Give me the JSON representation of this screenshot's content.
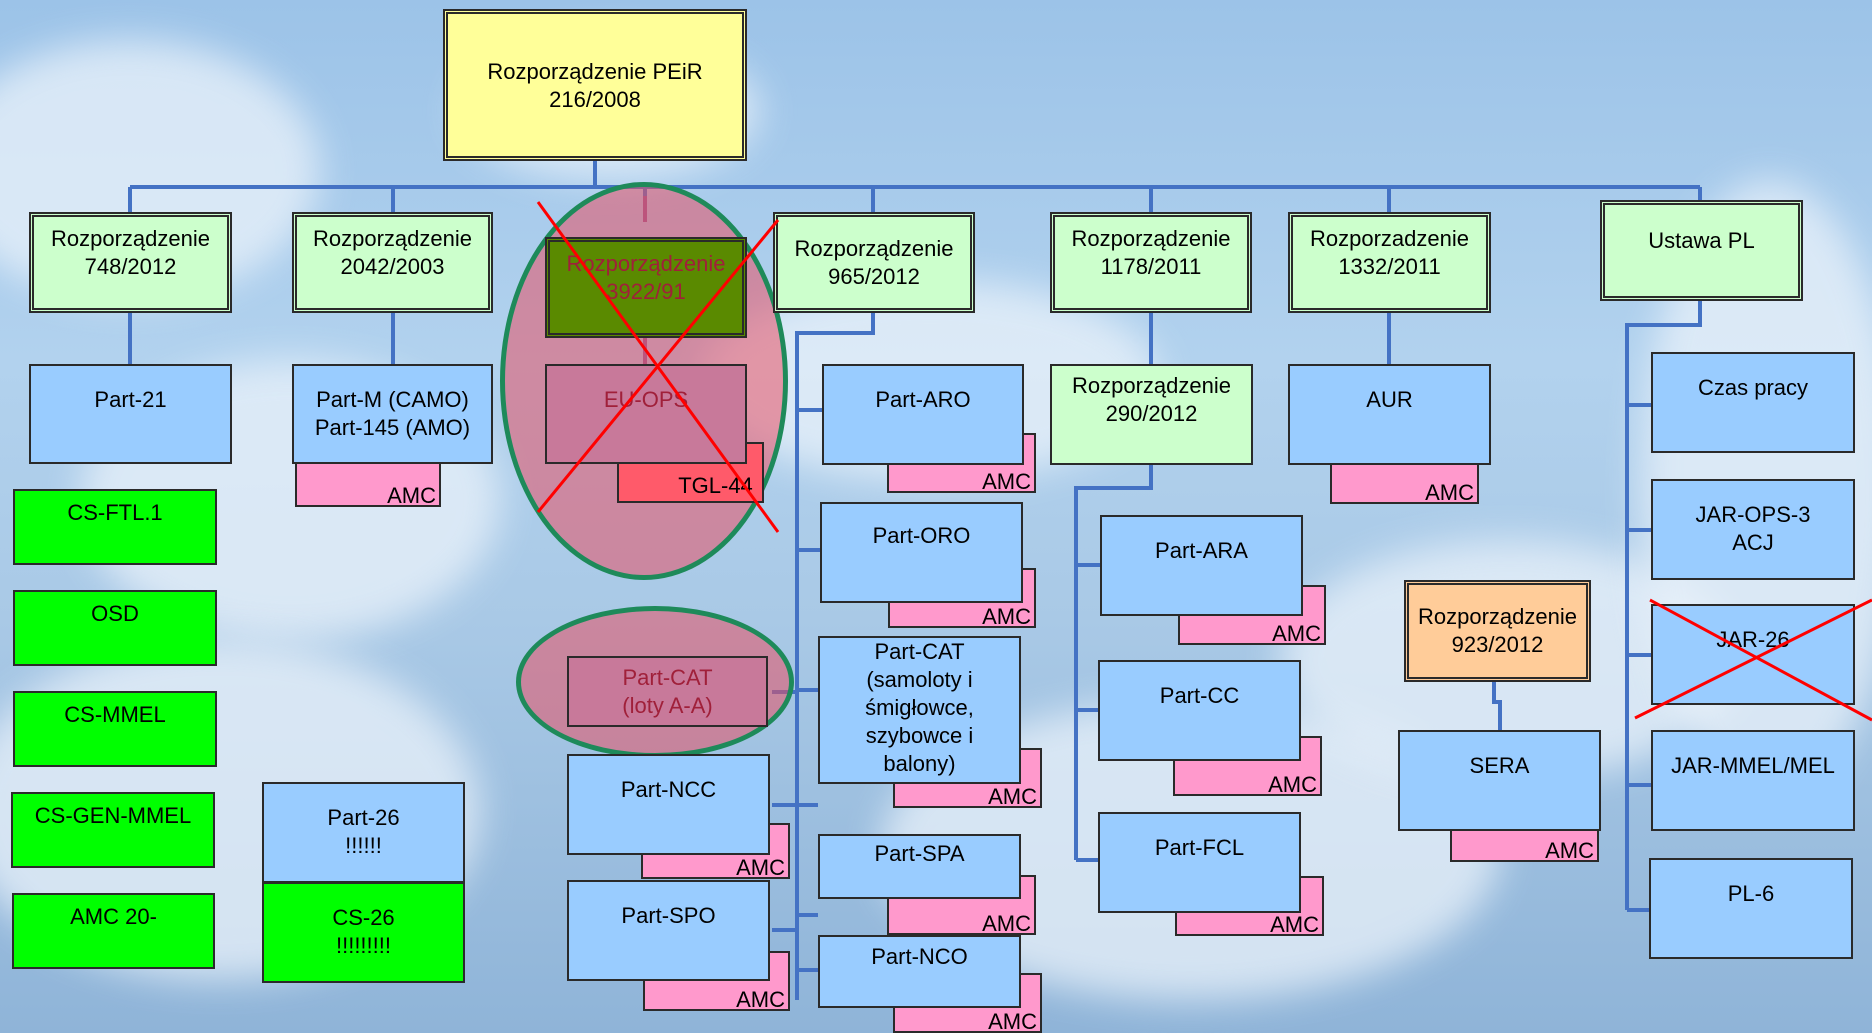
{
  "nodes": {
    "root": "Rozporządzenie PEiR\n216/2008",
    "r748": "Rozporządzenie\n748/2012",
    "r2042": "Rozporządzenie\n2042/2003",
    "r3922": "Rozporządzenie\n3922/91",
    "r965": "Rozporządzenie\n965/2012",
    "r1178": "Rozporządzenie\n1178/2011",
    "r1332": "Rozporzadzenie\n1332/2011",
    "ustawa": "Ustawa PL",
    "part21": "Part-21",
    "partm": "Part-M (CAMO)\nPart-145 (AMO)",
    "euops": "EU-OPS",
    "tgl44": "TGL-44",
    "partaro": "Part-ARO",
    "r290": "Rozporządzenie\n290/2012",
    "aur": "AUR",
    "czas": "Czas pracy",
    "csftl": "CS-FTL.1",
    "osd": "OSD",
    "csmmel": "CS-MMEL",
    "csgen": "CS-GEN-MMEL",
    "amc20": "AMC 20-",
    "part26": "Part-26\n!!!!!!",
    "cs26": "CS-26\n!!!!!!!!!",
    "partcat_aa": "Part-CAT\n(loty A-A)",
    "partncc": "Part-NCC",
    "partspo": "Part-SPO",
    "partoro": "Part-ORO",
    "partcat": "Part-CAT\n(samoloty i\nśmigłowce,\nszybowce  i\nbalony)",
    "partspa": "Part-SPA",
    "partnco": "Part-NCO",
    "partara": "Part-ARA",
    "partcc": "Part-CC",
    "partfcl": "Part-FCL",
    "r923": "Rozporządzenie\n923/2012",
    "sera": "SERA",
    "jarops3": "JAR-OPS-3\nACJ",
    "jar26": "JAR-26",
    "jarmmel": "JAR-MMEL/MEL",
    "pl6": "PL-6"
  },
  "amc_label": "AMC",
  "colors": {
    "connector": "#4472c4",
    "cross": "#ff0000",
    "ellipse_border": "#1e8a5a"
  }
}
